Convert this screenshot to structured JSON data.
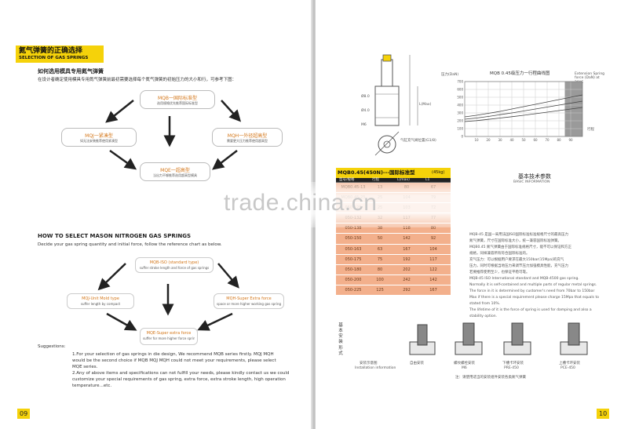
{
  "left": {
    "title_cn": "氮气弹簧的正确选择",
    "title_en": "SELECTION OF GAS SPRINGS",
    "section1_heading": "如何选用模具专用氮气弹簧",
    "section1_intro": "在设计者确定使用模具专用氮气弹簧前最初需要选择每个氮气弹簧的初始压力的大小和行，可参考下图：",
    "cn_center_top": {
      "title": "MQB一国际标准型",
      "sub": "选用规格优先推荐国际标准型"
    },
    "cn_left": {
      "title": "MQJ一紧凑型",
      "sub": "如无法安装推荐使用紧凑型"
    },
    "cn_right": {
      "title": "MQH一外径超高型",
      "sub": "需要更大压力推荐使用超高型"
    },
    "cn_bottom": {
      "title": "MQE一超高型",
      "sub": "当出力不够推荐选用超高型模具"
    },
    "section2_heading": "HOW TO SELECT MASON NITROGEN GAS SPRINGS",
    "section2_intro": "Decide your gas spring quantity and initial force, follow the reference chart as below.",
    "en_center_top": {
      "title": "MQB-ISO (standard type)",
      "sub": "suffer stroke length and force of gas springs"
    },
    "en_left": {
      "title": "MQJ-Unit Mold type",
      "sub": "suffer length by compact"
    },
    "en_right": {
      "title": "MQH-Super Extra force",
      "sub": "space or more higher working gas springs"
    },
    "en_bottom": {
      "title": "MQE-Super extra force",
      "sub": "suffer for more higher force springs"
    },
    "suggestions_label": "Suggestions:",
    "suggestion_1": "1.For your selection of gas springs in die design, We recommend MQB series firstly. MQJ MQH",
    "suggestion_1b": "would be the second choice if MQB MQJ MQH could not meet your requirements, please select",
    "suggestion_1c": "MQE series.",
    "suggestion_2": "2.Any of above items and specifications can not fulfill your needs, please kindly contact us we could",
    "suggestion_2b": "customize your special requirements of gas spring, extra force, extra stroke length, high operation",
    "suggestion_2c": "temperature...etc.",
    "page_number": "09"
  },
  "right": {
    "dim_labels": [
      "Ø8.0",
      "Ø4.0",
      "M6",
      "L(Max)"
    ],
    "port_label": "气缸充气阀位置(G1/8)",
    "chart_title": "MQB 0.45级压力一行程曲线图",
    "chart_ylabel": "压力(DaN)",
    "chart_xlabel": "行程",
    "chart_note": "Extension Spring force (DaN) at 20°C",
    "chart_data": {
      "type": "line",
      "x": [
        0,
        10,
        20,
        30,
        40,
        50,
        60,
        70,
        80,
        90,
        100
      ],
      "xlim": [
        0,
        100
      ],
      "ylim": [
        0,
        700
      ],
      "yticks": [
        0,
        100,
        200,
        300,
        400,
        500,
        600,
        700
      ],
      "xticks": [
        10,
        20,
        30,
        40,
        50,
        60,
        70,
        80,
        90
      ],
      "series": [
        {
          "values": [
            250,
            270,
            295,
            320,
            350,
            380,
            410,
            440,
            470,
            500,
            530
          ]
        },
        {
          "values": [
            220,
            235,
            255,
            278,
            300,
            325,
            350,
            375,
            400,
            425,
            450
          ]
        },
        {
          "values": [
            190,
            202,
            218,
            235,
            252,
            270,
            290,
            310,
            330,
            350,
            370
          ]
        }
      ],
      "grid": true
    },
    "table_title": "MQB0.45(450N)---国际标准型",
    "table_badge": "(45kg)",
    "table_headers": [
      "型号/规格",
      "行程",
      "L(max)",
      "L1"
    ],
    "table_rows": [
      [
        "MQB0.45-13",
        "13",
        "80",
        "67"
      ],
      [
        "MQB0.45-25",
        "25",
        "104",
        "79"
      ],
      [
        "050-125",
        "25",
        "103",
        "72"
      ],
      [
        "050-132",
        "32",
        "117",
        "77"
      ],
      [
        "050-138",
        "38",
        "118",
        "80"
      ],
      [
        "050-150",
        "50",
        "142",
        "92"
      ],
      [
        "050-163",
        "63",
        "167",
        "104"
      ],
      [
        "050-175",
        "75",
        "192",
        "117"
      ],
      [
        "050-180",
        "80",
        "202",
        "122"
      ],
      [
        "050-200",
        "100",
        "242",
        "142"
      ],
      [
        "050-225",
        "125",
        "292",
        "167"
      ]
    ],
    "params_title": "基本技术参数",
    "params_subtitle": "BASIC INFORMATION",
    "params_text": [
      "MQB-45 是国一采用法国ISO国际标准标准规格尺寸的最高压力",
      "氮气弹簧，尺寸在国际标准大小，统一兼容国际标准弹簧。",
      "MQB0.45 氮气弹簧由于国际标准规格尺寸，能不可以保证和方正",
      "规格，同样兼容所有符合国际标准的。",
      "  充气压力：可以根据用户要求在最大150bar(15Mpa)的充气",
      "压力，同时可根据当地压力来调节压力加强模具性能，充气压力",
      "若要推荐使用至少，也保证平稳可靠。",
      "MQB-45 ISO International standard and MQB-4500 gas spring.",
      "Normally it is self-contained and multiple parts of regular metal springs.",
      "The force in it is determined by customer's need from 70bar to 150bar",
      "Max if there is a special requirement please charge 15Mpa that equals to",
      "stated from 10%.",
      "The lifetime of it is the force of spring is used for damping and also a",
      "stability option."
    ],
    "install_title_cn": "基本安装形式",
    "install_types": [
      {
        "cn": "安装示意图",
        "en": "Installation information"
      },
      {
        "cn": "自由安装",
        "en": ""
      },
      {
        "cn": "螺纹螺栓安装",
        "en": "M6"
      },
      {
        "cn": "下槽卡环安装",
        "en": "PRE-450"
      },
      {
        "cn": "上槽卡环安装",
        "en": "PCE-450"
      }
    ],
    "install_footnote": "注：请使用适当的安装组件安装各类氮气弹簧",
    "page_number": "10"
  },
  "watermark": "trade.china.cn",
  "colors": {
    "accent_yellow": "#f5d20a",
    "table_orange": "#f3b08c",
    "orange_text": "#d4771a"
  }
}
